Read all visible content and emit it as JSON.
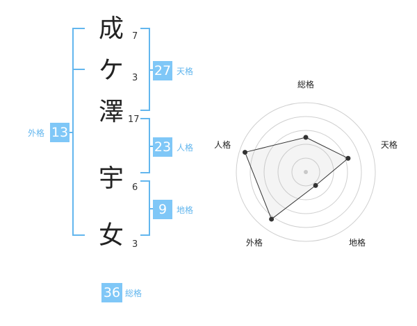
{
  "name": {
    "chars": [
      {
        "char": "成",
        "strokes": "7"
      },
      {
        "char": "ケ",
        "strokes": "3"
      },
      {
        "char": "澤",
        "strokes": "17"
      },
      {
        "char": "宇",
        "strokes": "6"
      },
      {
        "char": "女",
        "strokes": "3"
      }
    ]
  },
  "fortunes": {
    "tenkaku": {
      "value": "27",
      "label": "天格"
    },
    "jinkaku": {
      "value": "23",
      "label": "人格"
    },
    "chikaku": {
      "value": "9",
      "label": "地格"
    },
    "gaikaku": {
      "value": "13",
      "label": "外格"
    },
    "soukaku": {
      "value": "36",
      "label": "総格"
    }
  },
  "colors": {
    "accent": "#7fc7f7",
    "line": "#62b6ee"
  },
  "chart_data": {
    "type": "radar",
    "axes": [
      "総格",
      "天格",
      "地格",
      "外格",
      "人格"
    ],
    "values": [
      2.5,
      3.2,
      1.2,
      4.2,
      4.6
    ],
    "max": 5,
    "rings": 5
  }
}
